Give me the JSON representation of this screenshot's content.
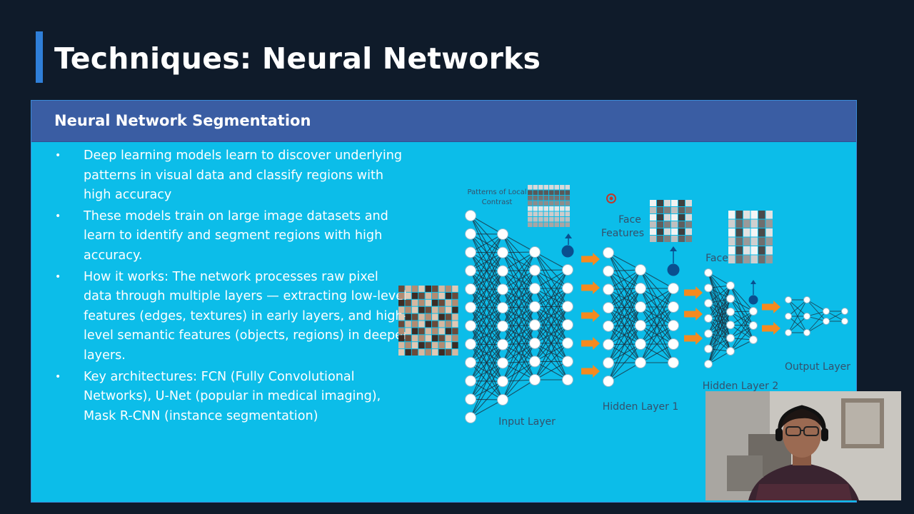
{
  "slide": {
    "title": "Techniques: Neural Networks",
    "accent_color": "#2f7fd8",
    "background_color": "#0f1b2a"
  },
  "panel": {
    "header": "Neural Network Segmentation",
    "header_color": "#3a5da3",
    "body_color": "#0cbde9",
    "bullets": [
      "Deep learning models learn to discover underlying patterns in visual data and classify regions with high accuracy",
      "These models train on large image datasets and learn to identify and segment regions with high accuracy.",
      "How it works: The network processes raw pixel data through multiple layers — extracting low-level features (edges, textures) in early layers, and high-level semantic features (objects, regions) in deeper layers.",
      "Key architectures: FCN (Fully Convolutional Networks), U-Net (popular in medical imaging), Mask R-CNN (instance segmentation)"
    ]
  },
  "diagram": {
    "labels": {
      "patterns": "Patterns of Local Contrast",
      "face_features": "Face Features",
      "face": "Face",
      "input_layer": "Input Layer",
      "hidden_layer_1": "Hidden Layer 1",
      "hidden_layer_2": "Hidden Layer 2",
      "output_layer": "Output Layer"
    },
    "arrow_color": "#f58a1f",
    "node_color": "#ffffff",
    "highlight_node_color": "#0a4f8f"
  },
  "webcam": {
    "description_icon": "presenter-webcam"
  }
}
